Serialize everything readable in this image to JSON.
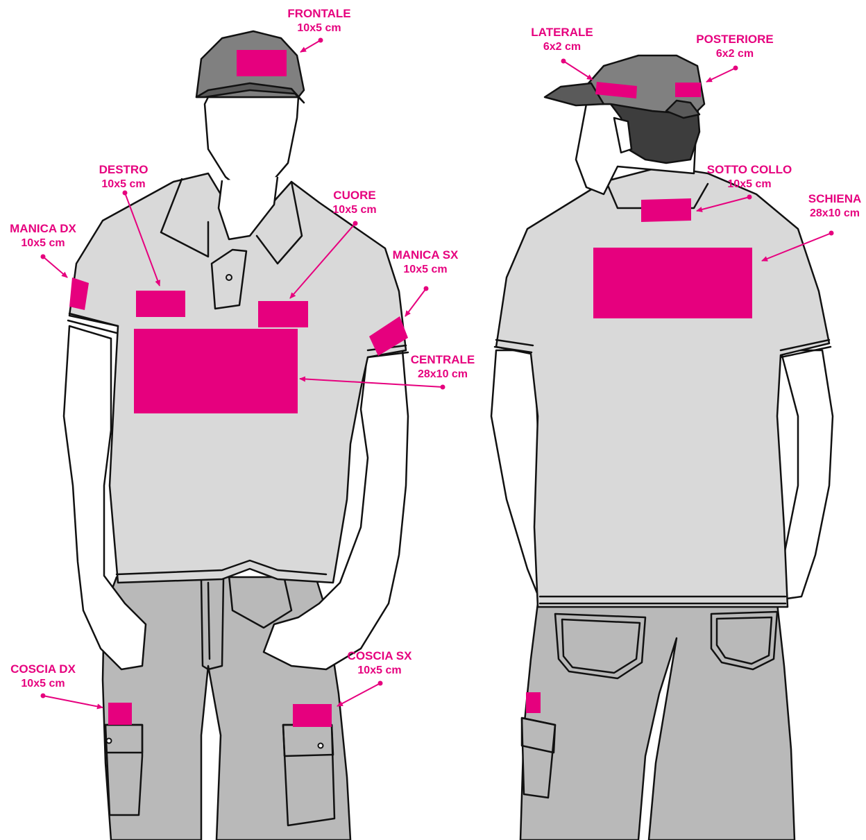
{
  "figure": {
    "accent_color": "#e6007e",
    "labels": {
      "frontale": {
        "name": "FRONTALE",
        "size": "10x5 cm"
      },
      "laterale": {
        "name": "LATERALE",
        "size": "6x2 cm"
      },
      "posteriore": {
        "name": "POSTERIORE",
        "size": "6x2 cm"
      },
      "destro": {
        "name": "DESTRO",
        "size": "10x5 cm"
      },
      "cuore": {
        "name": "CUORE",
        "size": "10x5 cm"
      },
      "manica_dx": {
        "name": "MANICA DX",
        "size": "10x5 cm"
      },
      "manica_sx": {
        "name": "MANICA SX",
        "size": "10x5 cm"
      },
      "centrale": {
        "name": "CENTRALE",
        "size": "28x10 cm"
      },
      "sotto_collo": {
        "name": "SOTTO COLLO",
        "size": "10x5 cm"
      },
      "schiena": {
        "name": "SCHIENA",
        "size": "28x10 cm"
      },
      "coscia_dx": {
        "name": "COSCIA DX",
        "size": "10x5 cm"
      },
      "coscia_sx": {
        "name": "COSCIA SX",
        "size": "10x5 cm"
      }
    }
  }
}
